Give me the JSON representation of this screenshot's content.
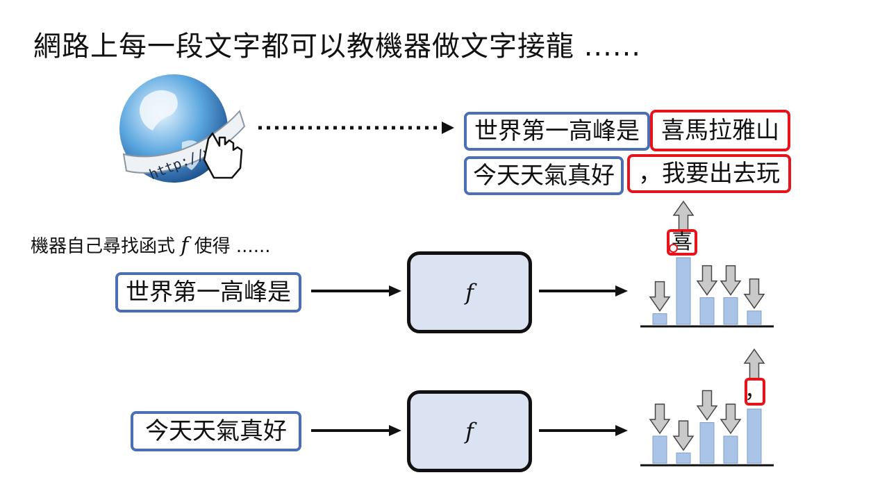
{
  "title": "網路上每一段文字都可以教機器做文字接龍 ......",
  "subtitle": {
    "prefix": "機器自己尋找函式 ",
    "fn": "f",
    "suffix": " 使得 ......"
  },
  "example1": {
    "context": "世界第一高峰是",
    "continuation": "喜馬拉雅山"
  },
  "example2": {
    "context": "今天天氣真好",
    "continuation": "，我要出去玩"
  },
  "globe": {
    "url_text": "http://www."
  },
  "rows": [
    {
      "input": "世界第一高峰是",
      "function_label": "f",
      "output_token": "喜"
    },
    {
      "input": "今天天氣真好",
      "function_label": "f",
      "output_token": "，"
    }
  ],
  "chart_data": [
    {
      "type": "bar",
      "categories": [
        "",
        "",
        "",
        "",
        ""
      ],
      "values": [
        0.16,
        1.0,
        0.4,
        0.4,
        0.2
      ],
      "selected_index": 1
    },
    {
      "type": "bar",
      "categories": [
        "",
        "",
        "",
        "",
        ""
      ],
      "values": [
        0.5,
        0.19,
        0.75,
        0.5,
        1.0
      ],
      "selected_index": 4
    }
  ],
  "colors": {
    "blue_border": "#4a6fb5",
    "red_border": "#e8121b",
    "bar_fill": "#a9c4e6",
    "fbox_fill": "#dbe3f3",
    "arrow_gray": "#c9c9c9"
  }
}
